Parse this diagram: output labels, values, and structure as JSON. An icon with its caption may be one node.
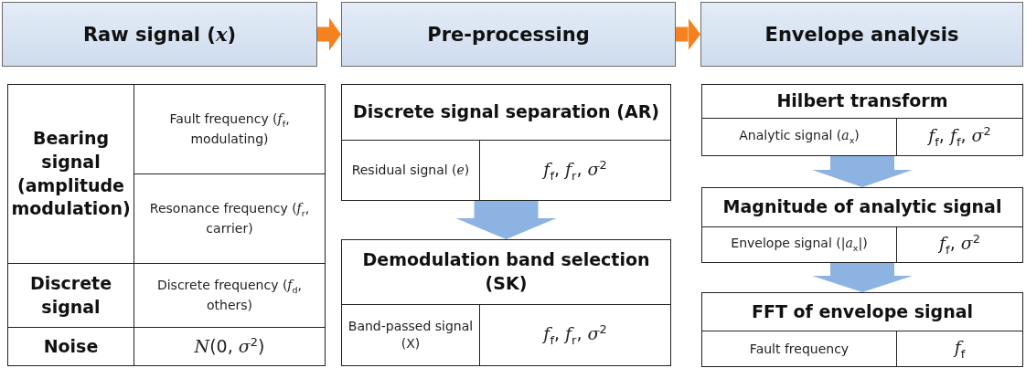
{
  "diagram": {
    "nodes": [
      {
        "text": [
          "Raw signal (*x*)"
        ]
      },
      {
        "text": [
          "Pre-processing"
        ]
      },
      {
        "text": [
          "Envelope analysis"
        ]
      },
      {
        "text": [
          "Bearing signal (amplitude modulation)",
          "Fault frequency (*f*$_{f}$, modulating)",
          "Resonance frequency (*f*$_{r}$, carrier)",
          "Discrete signal",
          "Discrete frequency (*f*$_{d}$, others)",
          "Noise",
          "*N*(0, *σ*$^{2}$)"
        ]
      },
      {
        "text": [
          "Discrete signal separation (AR)",
          "Residual signal (*e*)",
          "*f*$_{f}$, *f*$_{r}$, *σ*$^{2}$"
        ]
      },
      {
        "text": [
          "Demodulation band selection (SK)",
          "Band-passed signal (X)",
          "*f*$_{f}$, *f*$_{r}$, *σ*$^{2}$"
        ]
      },
      {
        "text": [
          "Hilbert transform",
          "Analytic signal (*a*$_{x}$)",
          "*f*$_{f}$, *f*$_{f}$, *σ*$^{2}$"
        ]
      },
      {
        "text": [
          "Magnitude of analytic signal",
          "Envelope signal (|*a*$_{x}$|)",
          "*f*$_{f}$, *σ*$^{2}$"
        ]
      },
      {
        "text": [
          "FFT of envelope signal",
          "Fault frequency",
          "*f*$_{f}$"
        ]
      }
    ],
    "edges": [
      {
        "from": 0,
        "to": 1,
        "arrow": "to",
        "color": "#f5821f"
      },
      {
        "from": 1,
        "to": 2,
        "arrow": "to",
        "color": "#f5821f"
      },
      {
        "from": 4,
        "to": 5,
        "arrow": "to"
      },
      {
        "from": 6,
        "to": 7,
        "arrow": "to"
      },
      {
        "from": 7,
        "to": 8,
        "arrow": "to"
      }
    ]
  }
}
